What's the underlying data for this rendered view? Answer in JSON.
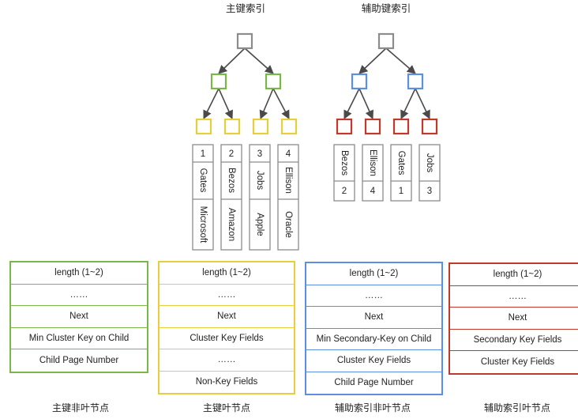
{
  "titles": {
    "primary": "主键索引",
    "secondary": "辅助键索引"
  },
  "primary_records": [
    {
      "id": "1",
      "name": "Gates",
      "company": "Microsoft"
    },
    {
      "id": "2",
      "name": "Bezos",
      "company": "Amazon"
    },
    {
      "id": "3",
      "name": "Jobs",
      "company": "Apple"
    },
    {
      "id": "4",
      "name": "Ellison",
      "company": "Oracle"
    }
  ],
  "secondary_records": [
    {
      "key": "Bezos",
      "id": "2"
    },
    {
      "key": "Ellison",
      "id": "4"
    },
    {
      "key": "Gates",
      "id": "1"
    },
    {
      "key": "Jobs",
      "id": "3"
    }
  ],
  "boxes": [
    {
      "key": "primary-nonleaf",
      "color": "#7ab648",
      "rows": [
        "length (1~2)",
        "……",
        "Next",
        "Min Cluster Key on Child",
        "Child Page Number"
      ],
      "caption": "主键非叶节点"
    },
    {
      "key": "primary-leaf",
      "color": "#e7cf3c",
      "rows": [
        "length (1~2)",
        "……",
        "Next",
        "Cluster Key Fields",
        "……",
        "Non-Key Fields"
      ],
      "caption": "主键叶节点"
    },
    {
      "key": "secondary-nonleaf",
      "color": "#5b8fe0",
      "rows": [
        "length (1~2)",
        "……",
        "Next",
        "Min Secondary-Key on Child",
        "Cluster Key Fields",
        "Child Page Number"
      ],
      "caption": "辅助索引非叶节点"
    },
    {
      "key": "secondary-leaf",
      "color": "#c0392b",
      "rows": [
        "length (1~2)",
        "……",
        "Next",
        "Secondary Key Fields",
        "Cluster Key Fields"
      ],
      "caption": "辅助索引叶节点"
    }
  ],
  "colors": {
    "root": "#8c8c8c",
    "primary_mid": "#7ab648",
    "primary_leaf": "#e7cf3c",
    "secondary_mid": "#5b8fe0",
    "secondary_leaf": "#c0392b",
    "arrow": "#4a4a4a",
    "record_border": "#8c8c8c"
  }
}
